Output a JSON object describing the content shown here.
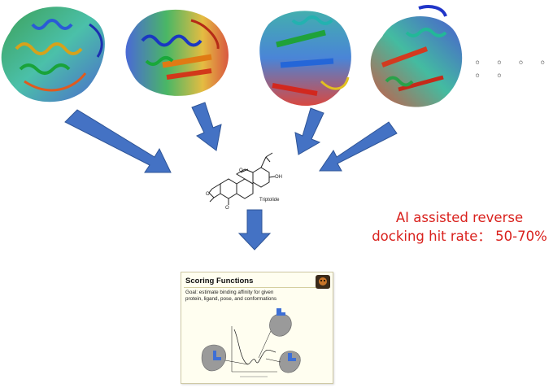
{
  "ellipsis": "◦ ◦ ◦ ◦ ◦ ◦",
  "molecule": {
    "name": "Triptolide"
  },
  "ai_text": {
    "line1": "AI assisted reverse",
    "line2": "docking hit rate： 50-70%"
  },
  "card": {
    "title": "Scoring Functions",
    "goal_line1": "Goal: estimate binding affinity for given",
    "goal_line2": "protein, ligand, pose, and conformations"
  },
  "colors": {
    "arrow": "#4472c4",
    "accent_text": "#d9211d",
    "card_bg": "#fffef0",
    "receptor_gray": "#9a9a9a",
    "ligand_blue": "#3d6fd6"
  }
}
